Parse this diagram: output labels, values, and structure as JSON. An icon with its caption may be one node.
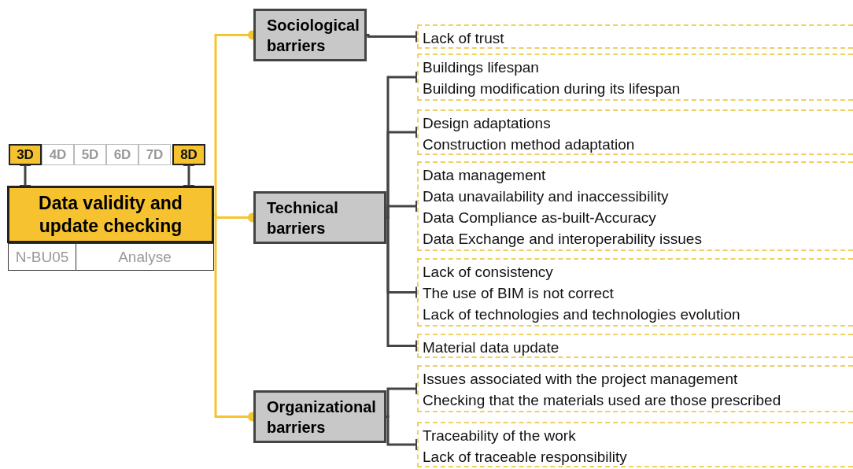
{
  "diagram": {
    "nodes": [
      {
        "text": [
          "3D"
        ]
      },
      {
        "text": [
          "4D"
        ]
      },
      {
        "text": [
          "5D"
        ]
      },
      {
        "text": [
          "6D"
        ]
      },
      {
        "text": [
          "7D"
        ]
      },
      {
        "text": [
          "8D"
        ]
      },
      {
        "text": [
          "Data validity and update checking"
        ]
      },
      {
        "text": [
          "N-BU05"
        ]
      },
      {
        "text": [
          "Analyse"
        ]
      },
      {
        "text": [
          "Sociological barriers"
        ]
      },
      {
        "text": [
          "Technical barriers"
        ]
      },
      {
        "text": [
          "Organizational barriers"
        ]
      },
      {
        "text": [
          "Lack of trust"
        ]
      },
      {
        "text": [
          "Buildings lifespan",
          "Building modification during its lifespan"
        ]
      },
      {
        "text": [
          "Design adaptations",
          "Construction method adaptation"
        ]
      },
      {
        "text": [
          "Data management",
          "Data unavailability and inaccessibility",
          "Data Compliance as-built-Accuracy",
          "Data Exchange and interoperability issues"
        ]
      },
      {
        "text": [
          "Lack of consistency",
          "The use of BIM is not correct",
          "Lack of technologies and technologies evolution"
        ]
      },
      {
        "text": [
          "Material data update"
        ]
      },
      {
        "text": [
          "Issues associated with the project management",
          "Checking that the materials used are those prescribed"
        ]
      },
      {
        "text": [
          "Traceability of the work",
          "Lack of traceable responsibility"
        ]
      }
    ],
    "edges": [
      {
        "from": 0,
        "to": 6,
        "arrow": "other"
      },
      {
        "from": 5,
        "to": 6,
        "arrow": "other"
      },
      {
        "from": 6,
        "to": 9,
        "arrow": "other",
        "color": "#f5c431"
      },
      {
        "from": 6,
        "to": 10,
        "arrow": "other",
        "color": "#f5c431"
      },
      {
        "from": 6,
        "to": 11,
        "arrow": "other",
        "color": "#f5c431"
      },
      {
        "from": 9,
        "to": 12,
        "arrow": "other"
      },
      {
        "from": 10,
        "to": 13,
        "arrow": "other"
      },
      {
        "from": 10,
        "to": 14,
        "arrow": "other"
      },
      {
        "from": 10,
        "to": 15,
        "arrow": "other"
      },
      {
        "from": 10,
        "to": 16,
        "arrow": "other"
      },
      {
        "from": 10,
        "to": 17,
        "arrow": "other"
      },
      {
        "from": 11,
        "to": 18,
        "arrow": "other"
      },
      {
        "from": 11,
        "to": 19,
        "arrow": "other"
      }
    ]
  }
}
